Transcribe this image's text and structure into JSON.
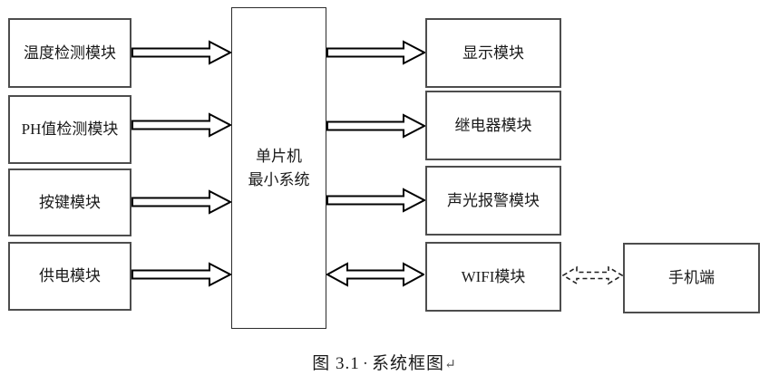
{
  "colors": {
    "border": "#4d4d4d",
    "arrow": "#000000",
    "text": "#1a1a1a",
    "bg": "#ffffff"
  },
  "left_modules": [
    {
      "label": "温度检测模块"
    },
    {
      "label": "PH值检测模块"
    },
    {
      "label": "按键模块"
    },
    {
      "label": "供电模块"
    }
  ],
  "center_module": {
    "line1": "单片机",
    "line2": "最小系统"
  },
  "right_modules": [
    {
      "label": "显示模块"
    },
    {
      "label": "继电器模块"
    },
    {
      "label": "声光报警模块"
    },
    {
      "label": "WIFI模块"
    }
  ],
  "phone": {
    "label": "手机端"
  },
  "caption": {
    "figure": "图 3.1",
    "separator": "·",
    "title": "系统框图",
    "mark": "↵"
  }
}
